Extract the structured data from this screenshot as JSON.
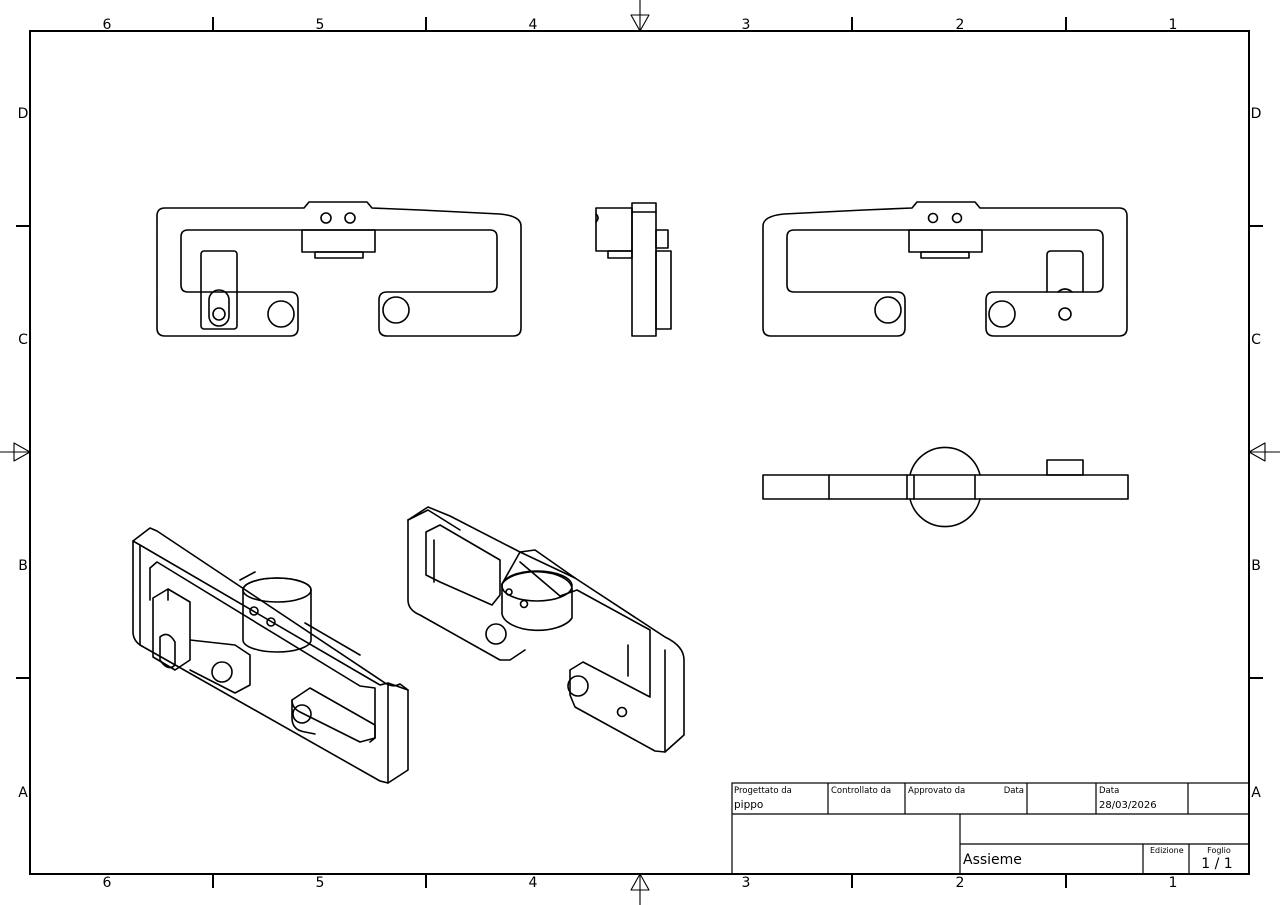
{
  "border": {
    "columns_top": [
      "6",
      "5",
      "4",
      "3",
      "2",
      "1"
    ],
    "columns_bottom": [
      "6",
      "5",
      "4",
      "3",
      "2",
      "1"
    ],
    "rows_left": [
      "D",
      "C",
      "B",
      "A"
    ],
    "rows_right": [
      "D",
      "C",
      "B",
      "A"
    ]
  },
  "title_block": {
    "designed_by_label": "Progettato da",
    "designed_by": "pippo",
    "checked_by_label": "Controllato da",
    "approved_by_label": "Approvato da",
    "date_label_1": "Data",
    "date_label_2": "Data",
    "date": "28/03/2026",
    "title": "Assieme",
    "edition_label": "Edizione",
    "sheet_label": "Foglio",
    "sheet": "1 / 1"
  }
}
